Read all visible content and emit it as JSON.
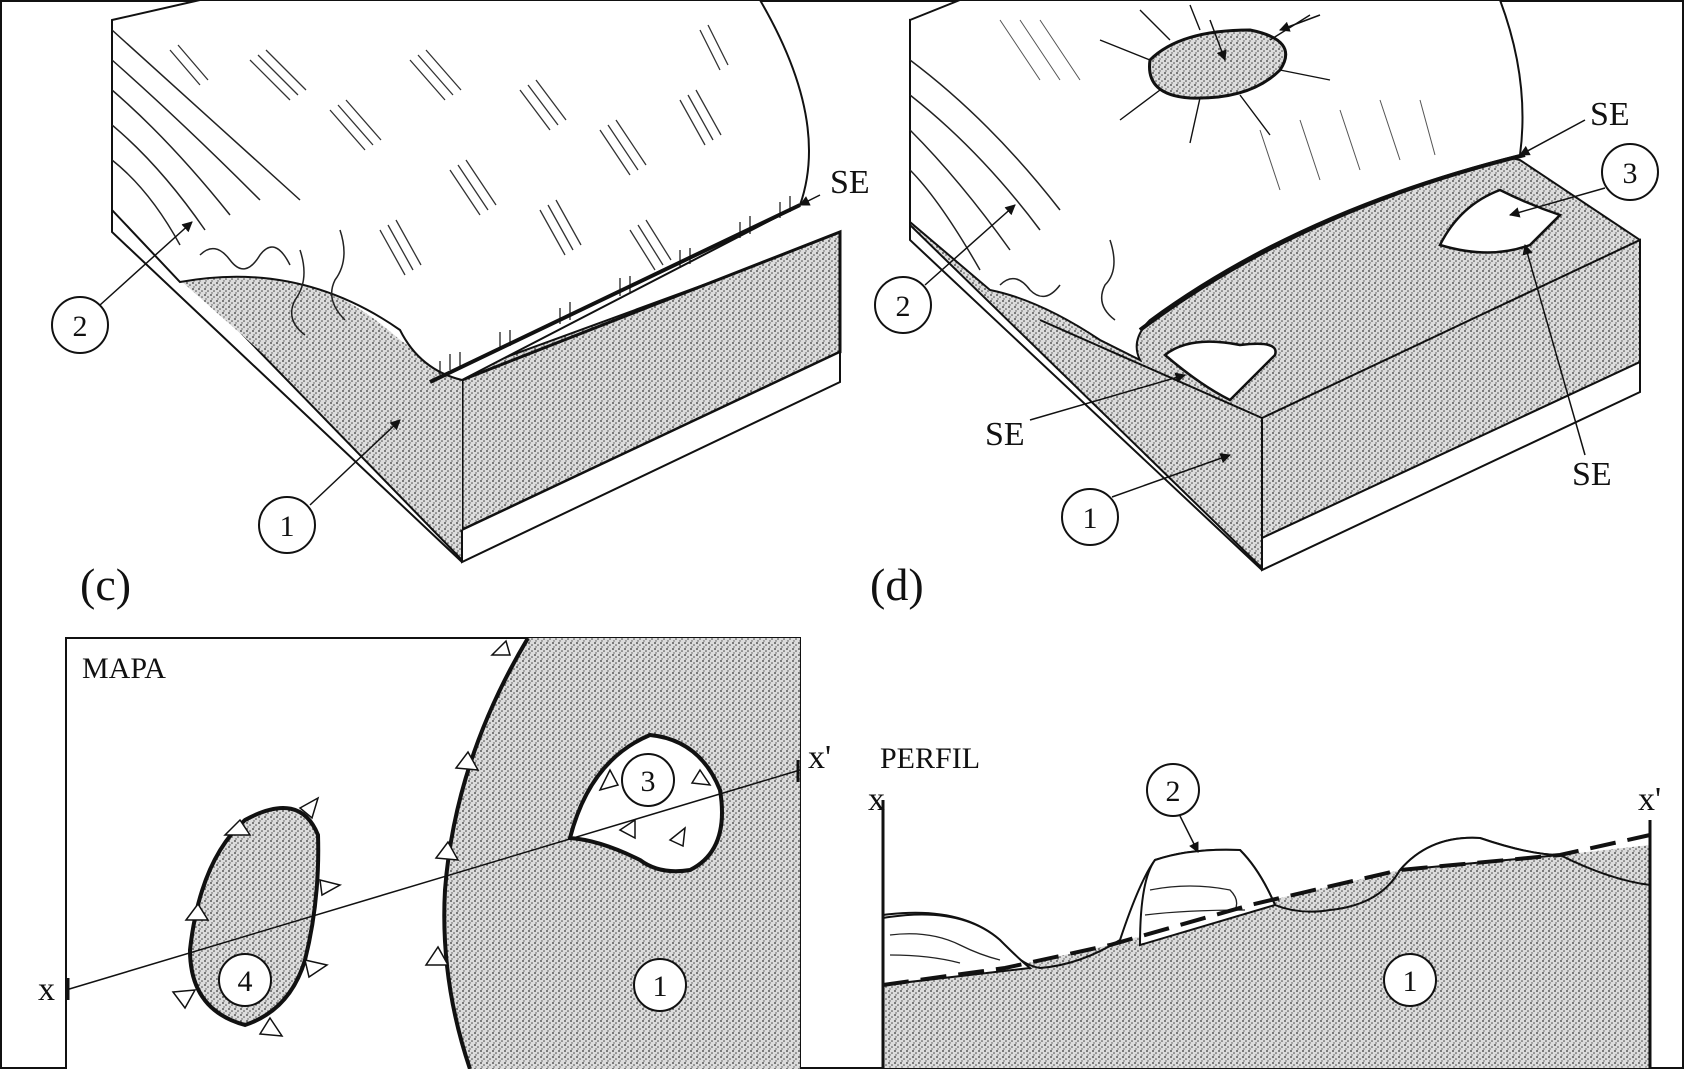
{
  "panels": {
    "c": "(c)",
    "d": "(d)"
  },
  "labels": {
    "se": "SE",
    "n1": "1",
    "n2": "2",
    "n3": "3",
    "n4": "4",
    "mapa": "MAPA",
    "perfil": "PERFIL",
    "x": "x",
    "xp": "x'"
  },
  "colors": {
    "ink": "#111111",
    "stipple_bg": "#d9d9d9",
    "paper": "#ffffff"
  }
}
